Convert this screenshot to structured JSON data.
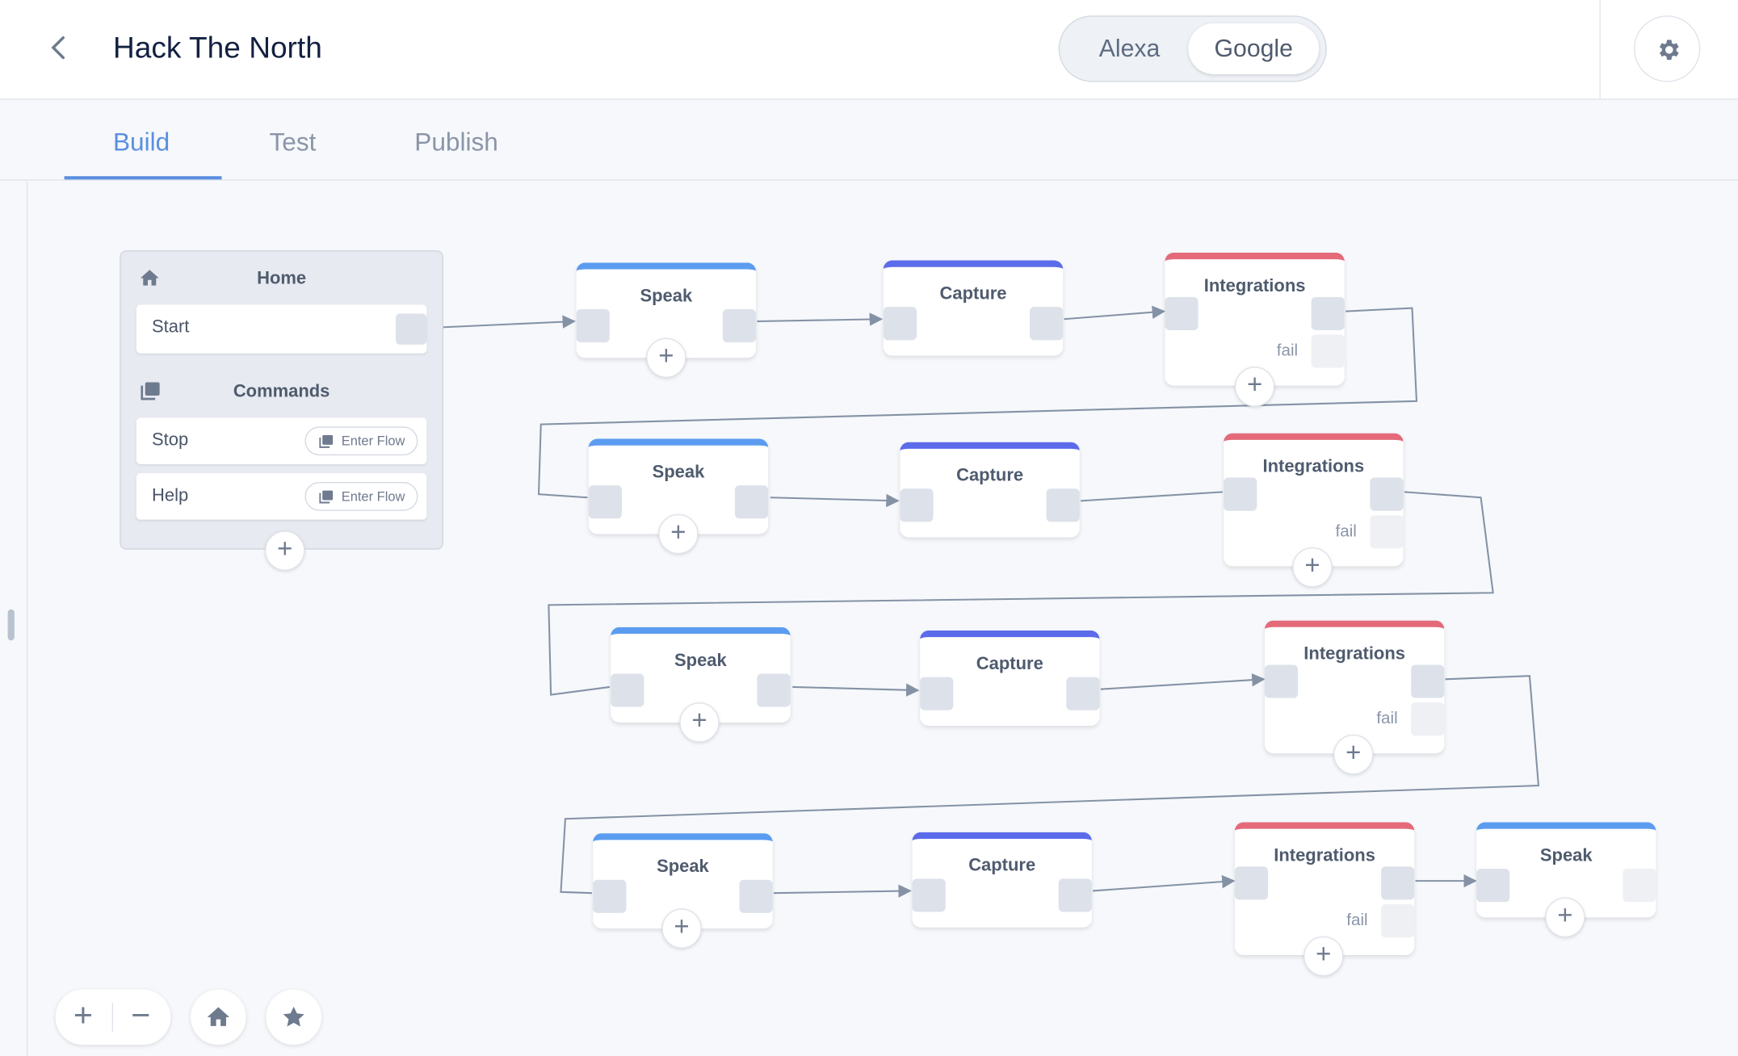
{
  "header": {
    "title": "Hack The North",
    "platforms": [
      "Alexa",
      "Google"
    ],
    "selected_platform": "Google"
  },
  "tabs": [
    {
      "label": "Build",
      "active": true
    },
    {
      "label": "Test",
      "active": false
    },
    {
      "label": "Publish",
      "active": false
    }
  ],
  "home_block": {
    "title": "Home",
    "start_label": "Start",
    "commands_title": "Commands",
    "commands": [
      {
        "label": "Stop",
        "action": "Enter Flow"
      },
      {
        "label": "Help",
        "action": "Enter Flow"
      }
    ]
  },
  "nodes": [
    {
      "type": "speak",
      "title": "Speak"
    },
    {
      "type": "capture",
      "title": "Capture"
    },
    {
      "type": "integrations",
      "title": "Integrations",
      "fail_label": "fail"
    },
    {
      "type": "speak",
      "title": "Speak"
    },
    {
      "type": "capture",
      "title": "Capture"
    },
    {
      "type": "integrations",
      "title": "Integrations",
      "fail_label": "fail"
    },
    {
      "type": "speak",
      "title": "Speak"
    },
    {
      "type": "capture",
      "title": "Capture"
    },
    {
      "type": "integrations",
      "title": "Integrations",
      "fail_label": "fail"
    },
    {
      "type": "speak",
      "title": "Speak"
    },
    {
      "type": "capture",
      "title": "Capture"
    },
    {
      "type": "integrations",
      "title": "Integrations",
      "fail_label": "fail"
    },
    {
      "type": "speak",
      "title": "Speak"
    }
  ],
  "controls": {
    "zoom_in": "+",
    "zoom_out": "−",
    "add_symbol": "+"
  },
  "icons": {
    "back": "chevron-left-icon",
    "settings": "gear-icon",
    "home": "home-icon",
    "commands": "stack-icon",
    "enter_flow": "stack-icon",
    "star": "star-icon"
  },
  "colors": {
    "accent": "#5b8fe0",
    "speak": "#5b9cf0",
    "capture": "#5c6bea",
    "integrations": "#e46a7a"
  }
}
